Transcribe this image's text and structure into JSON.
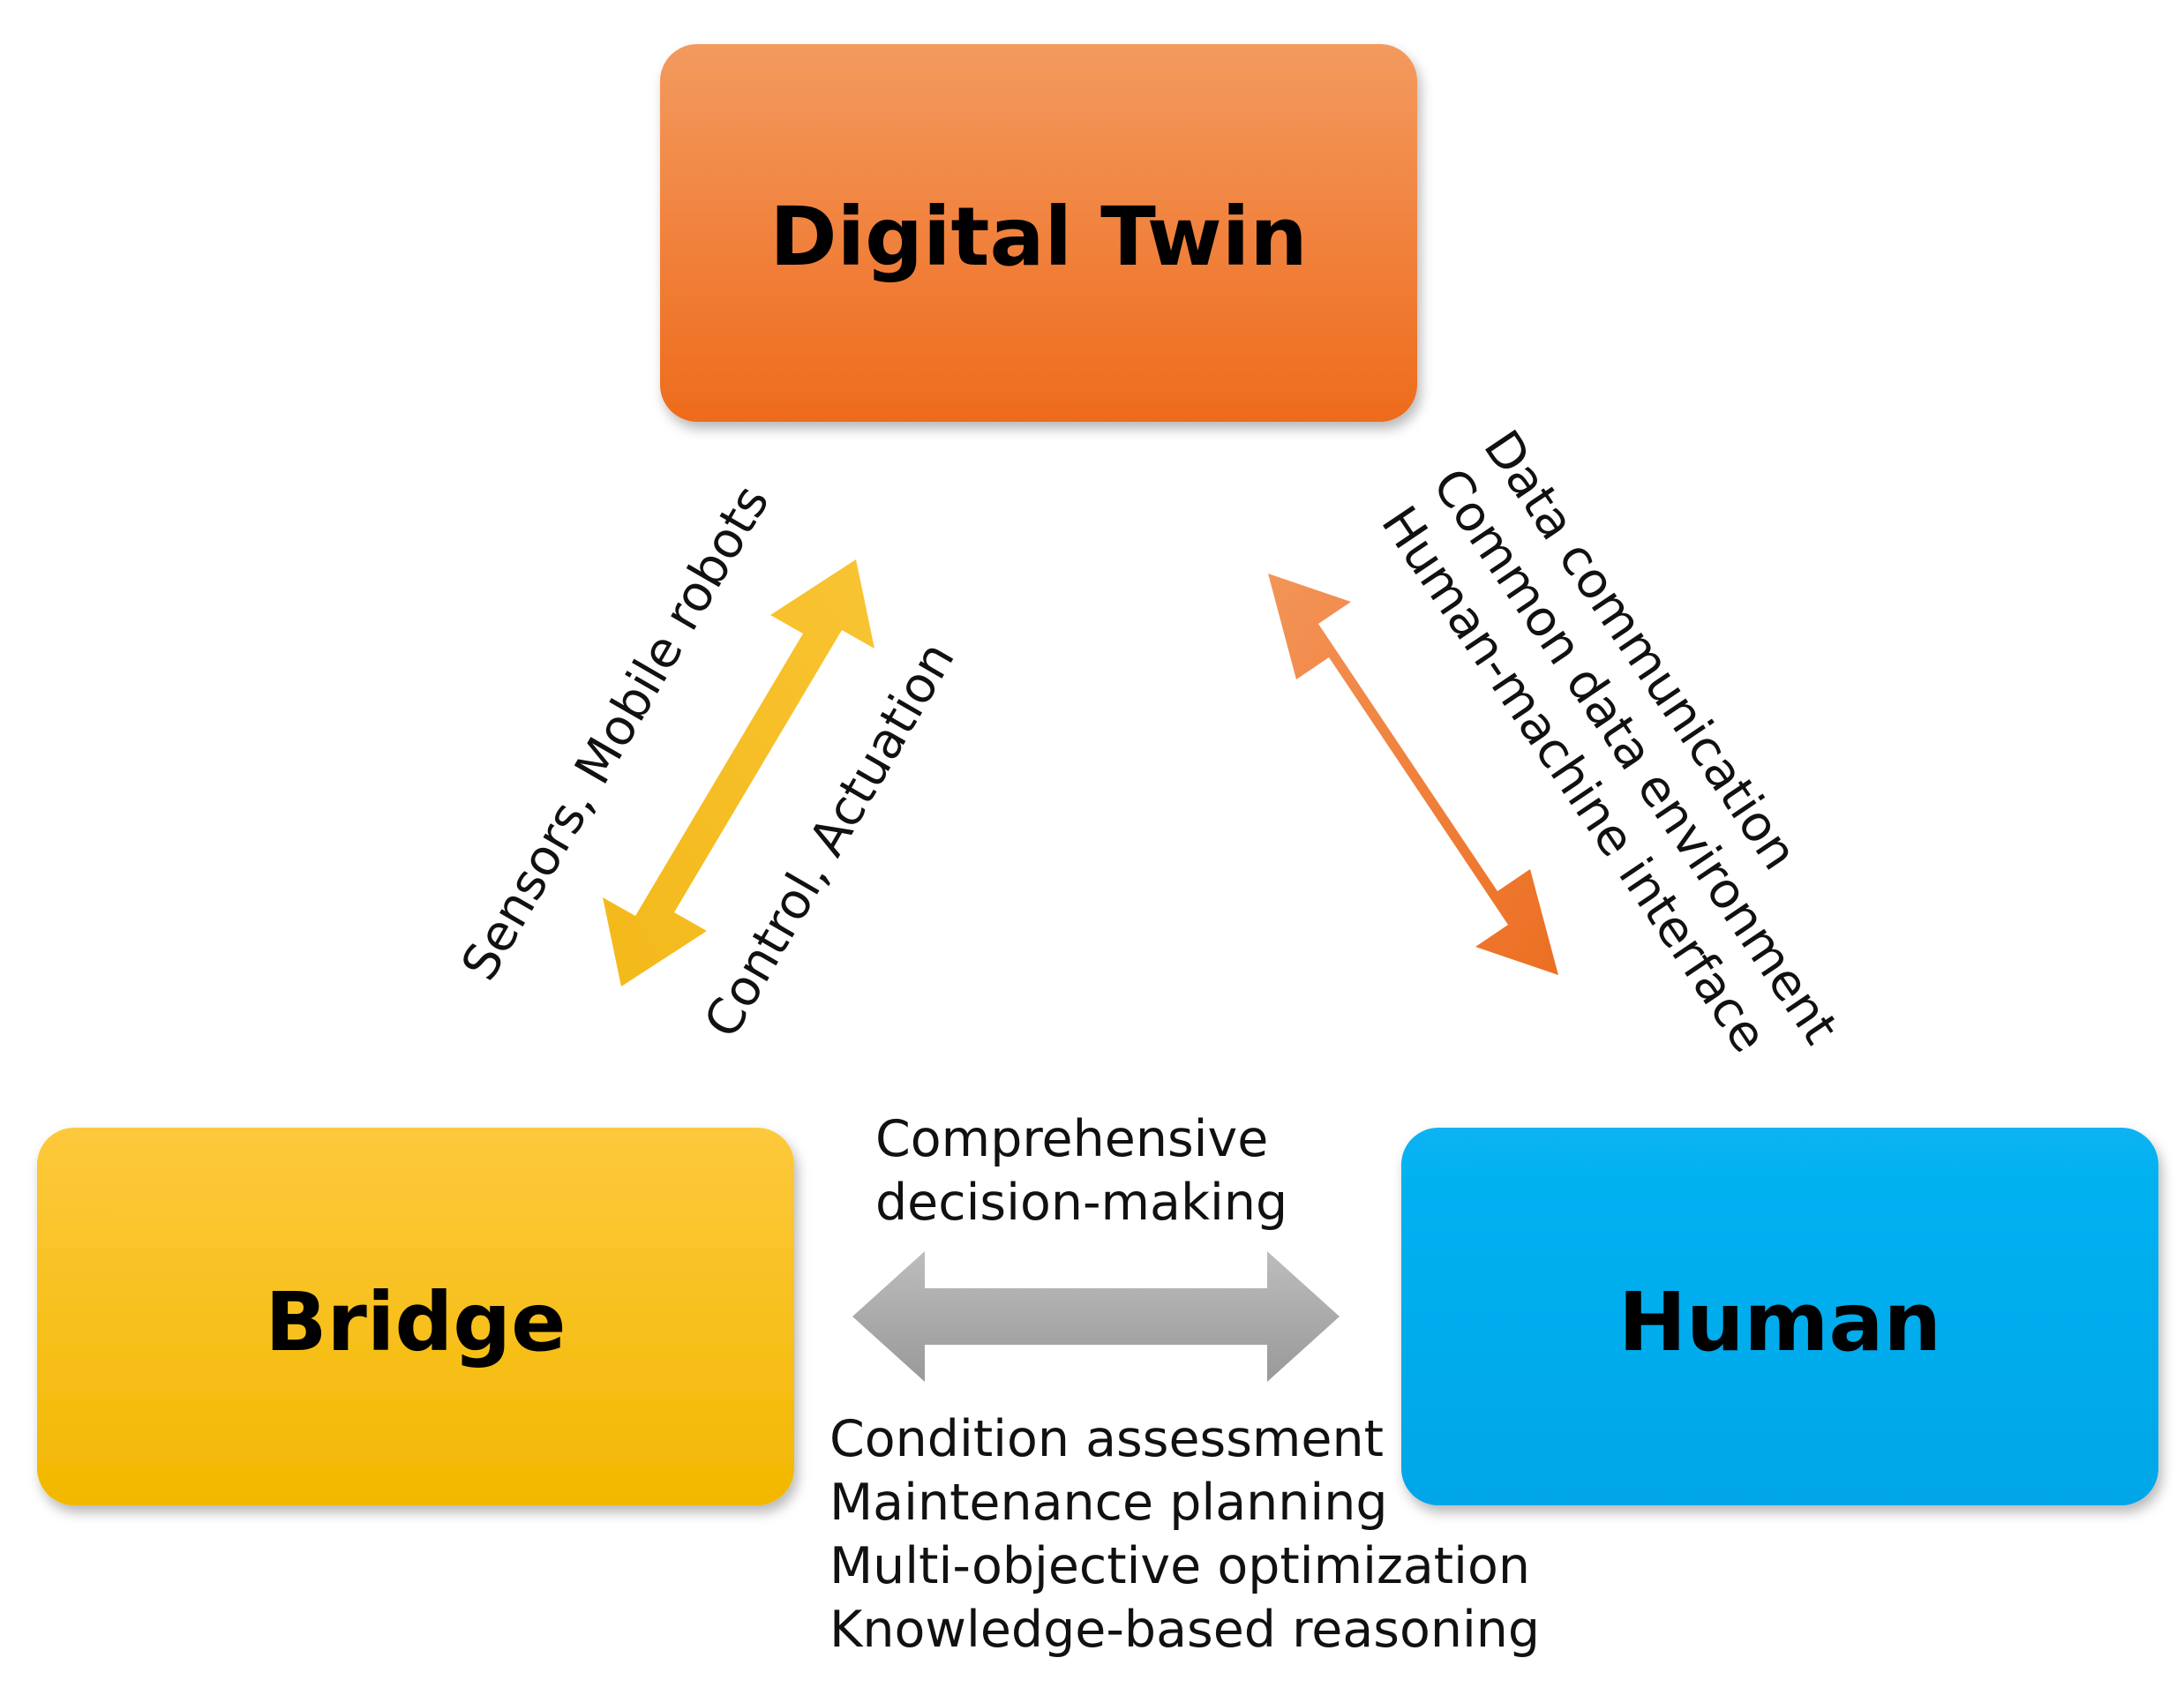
{
  "nodes": {
    "digital_twin": {
      "label": "Digital Twin",
      "color": "#f07a30"
    },
    "bridge": {
      "label": "Bridge",
      "color": "#f9c016"
    },
    "human": {
      "label": "Human",
      "color": "#00adef"
    }
  },
  "edges": {
    "bridge_twin": {
      "color": "#f7be1b",
      "outer_label": "Sensors, Mobile robots",
      "inner_label": "Control, Actuation"
    },
    "twin_human": {
      "color": "#ee7a32",
      "labels": [
        "Data communication",
        "Common data environment",
        "Human-machine interface"
      ]
    },
    "bridge_human": {
      "color": "#a6a6a6",
      "top_labels": [
        "Comprehensive",
        "decision-making"
      ],
      "bottom_labels": [
        "Condition assessment",
        "Maintenance planning",
        "Multi-objective optimization",
        "Knowledge-based reasoning"
      ]
    }
  }
}
